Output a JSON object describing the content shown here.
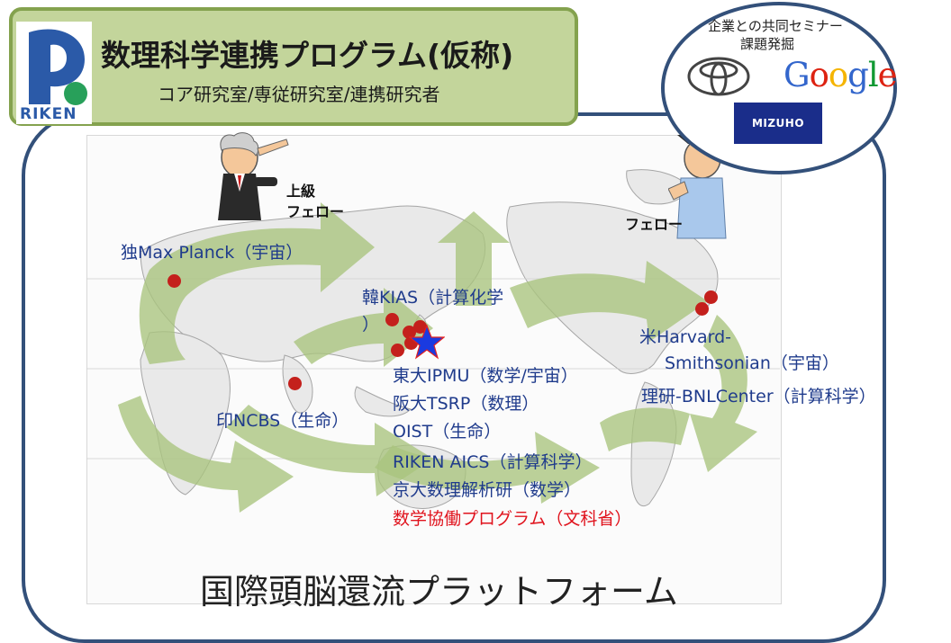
{
  "title": {
    "main": "数理科学連携プログラム(仮称)",
    "sub": "コア研究室/専従研究室/連携研究者"
  },
  "logo": {
    "text": "RIKEN"
  },
  "seminar": {
    "line1": "企業との共同セミナー",
    "line2": "課題発掘",
    "google": [
      "G",
      "o",
      "o",
      "g",
      "l",
      "e"
    ],
    "mizuho": "MIZUHO"
  },
  "characters": {
    "senior_line1": "上級",
    "senior_line2": "フェロー",
    "fellow": "フェロー"
  },
  "labels": {
    "max_planck": "独Max Planck（宇宙）",
    "kias_line1": "韓KIAS（計算化学",
    "kias_line2": "）",
    "harvard_line1": "米Harvard-",
    "harvard_line2": "Smithsonian（宇宙）",
    "bnl": "理研-BNLCenter（計算科学）",
    "ncbs": "印NCBS（生命）",
    "japan_list": [
      "東大IPMU（数学/宇宙）",
      "阪大TSRP（数理）",
      "OIST（生命）",
      "RIKEN AICS（計算科学）",
      "京大数理解析研（数学）"
    ],
    "mext": "数学協働プログラム（文科省）"
  },
  "platform": "国際頭脳還流プラットフォーム",
  "colors": {
    "label_blue": "#1f3b8c",
    "label_red": "#e0121c",
    "frame": "#33507a",
    "title_fill": "#c3d59b",
    "title_border": "#84a24e",
    "arrow_green": "#a9c47e",
    "dot_red": "#c4201c",
    "star_blue": "#1a3ae0",
    "google": [
      "#3366cc",
      "#dd2211",
      "#f5b400",
      "#3366cc",
      "#119933",
      "#dd2211"
    ]
  }
}
